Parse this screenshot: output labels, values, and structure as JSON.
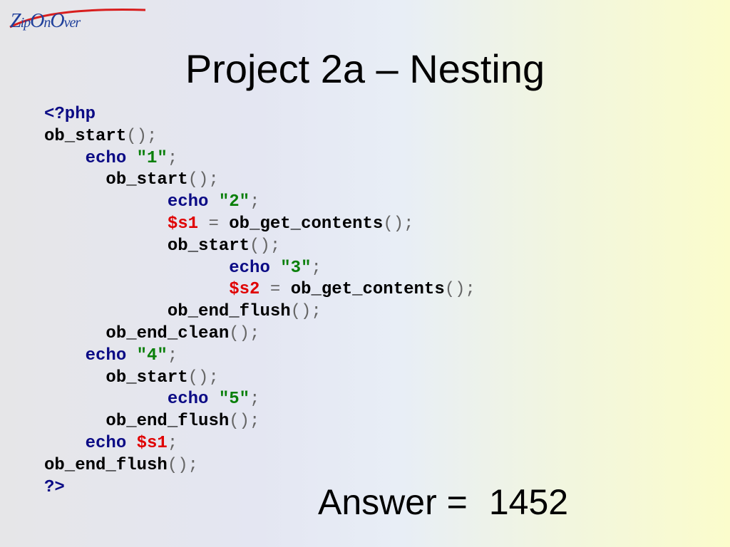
{
  "logo": {
    "text_z": "Z",
    "text_ip": "ip",
    "text_o1": "O",
    "text_n": "n",
    "text_o2": "O",
    "text_ver": "ver"
  },
  "title": "Project 2a – Nesting",
  "code": {
    "lines": [
      [
        {
          "t": "<?php",
          "c": "kw"
        }
      ],
      [
        {
          "t": "ob_start",
          "c": "fn"
        },
        {
          "t": "();",
          "c": "pun"
        }
      ],
      [
        {
          "t": "    "
        },
        {
          "t": "echo",
          "c": "kw"
        },
        {
          "t": " "
        },
        {
          "t": "\"1\"",
          "c": "str"
        },
        {
          "t": ";",
          "c": "pun"
        }
      ],
      [
        {
          "t": "      "
        },
        {
          "t": "ob_start",
          "c": "fn"
        },
        {
          "t": "();",
          "c": "pun"
        }
      ],
      [
        {
          "t": "            "
        },
        {
          "t": "echo",
          "c": "kw"
        },
        {
          "t": " "
        },
        {
          "t": "\"2\"",
          "c": "str"
        },
        {
          "t": ";",
          "c": "pun"
        }
      ],
      [
        {
          "t": "            "
        },
        {
          "t": "$s1",
          "c": "var"
        },
        {
          "t": " = ",
          "c": "pun"
        },
        {
          "t": "ob_get_contents",
          "c": "fn"
        },
        {
          "t": "();",
          "c": "pun"
        }
      ],
      [
        {
          "t": "            "
        },
        {
          "t": "ob_start",
          "c": "fn"
        },
        {
          "t": "();",
          "c": "pun"
        }
      ],
      [
        {
          "t": "                  "
        },
        {
          "t": "echo",
          "c": "kw"
        },
        {
          "t": " "
        },
        {
          "t": "\"3\"",
          "c": "str"
        },
        {
          "t": ";",
          "c": "pun"
        }
      ],
      [
        {
          "t": "                  "
        },
        {
          "t": "$s2",
          "c": "var"
        },
        {
          "t": " = ",
          "c": "pun"
        },
        {
          "t": "ob_get_contents",
          "c": "fn"
        },
        {
          "t": "();",
          "c": "pun"
        }
      ],
      [
        {
          "t": "            "
        },
        {
          "t": "ob_end_flush",
          "c": "fn"
        },
        {
          "t": "();",
          "c": "pun"
        }
      ],
      [
        {
          "t": "      "
        },
        {
          "t": "ob_end_clean",
          "c": "fn"
        },
        {
          "t": "();",
          "c": "pun"
        }
      ],
      [
        {
          "t": "    "
        },
        {
          "t": "echo",
          "c": "kw"
        },
        {
          "t": " "
        },
        {
          "t": "\"4\"",
          "c": "str"
        },
        {
          "t": ";",
          "c": "pun"
        }
      ],
      [
        {
          "t": "      "
        },
        {
          "t": "ob_start",
          "c": "fn"
        },
        {
          "t": "();",
          "c": "pun"
        }
      ],
      [
        {
          "t": "            "
        },
        {
          "t": "echo",
          "c": "kw"
        },
        {
          "t": " "
        },
        {
          "t": "\"5\"",
          "c": "str"
        },
        {
          "t": ";",
          "c": "pun"
        }
      ],
      [
        {
          "t": "      "
        },
        {
          "t": "ob_end_flush",
          "c": "fn"
        },
        {
          "t": "();",
          "c": "pun"
        }
      ],
      [
        {
          "t": "    "
        },
        {
          "t": "echo",
          "c": "kw"
        },
        {
          "t": " "
        },
        {
          "t": "$s1",
          "c": "var"
        },
        {
          "t": ";",
          "c": "pun"
        }
      ],
      [
        {
          "t": "ob_end_flush",
          "c": "fn"
        },
        {
          "t": "();",
          "c": "pun"
        }
      ],
      [
        {
          "t": "?>",
          "c": "kw"
        }
      ]
    ]
  },
  "answer": {
    "label": "Answer =",
    "value": "1452"
  }
}
